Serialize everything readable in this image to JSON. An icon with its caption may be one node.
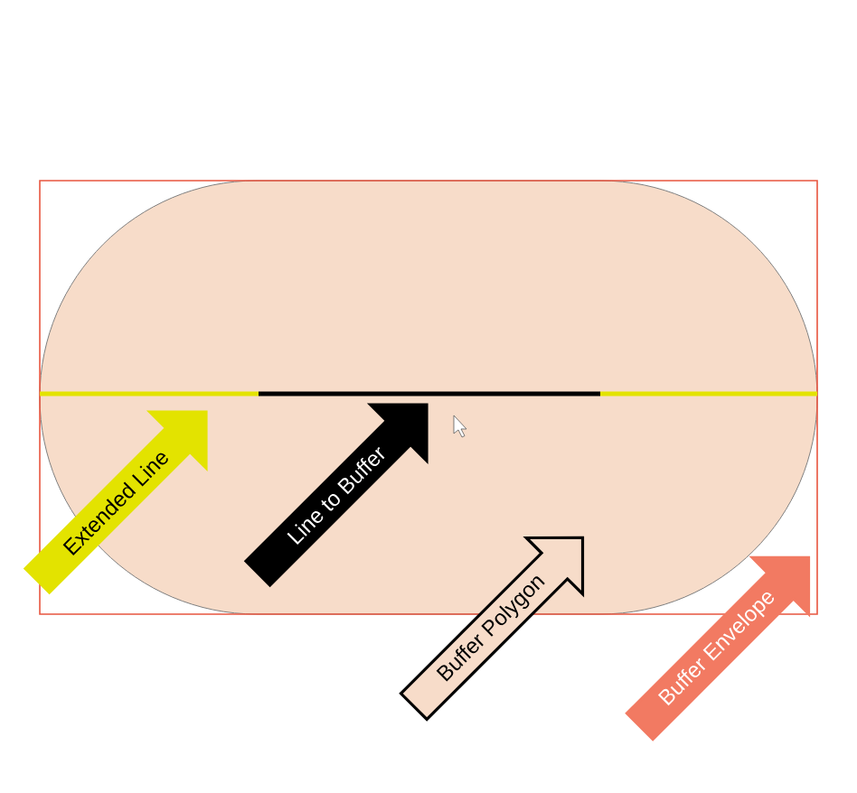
{
  "diagram": {
    "nodes": [
      {
        "text": [
          "Extended Line"
        ]
      },
      {
        "text": [
          "Line to Buffer"
        ]
      },
      {
        "text": [
          "Buffer Polygon"
        ]
      },
      {
        "text": [
          "Buffer Envelope"
        ]
      }
    ]
  }
}
